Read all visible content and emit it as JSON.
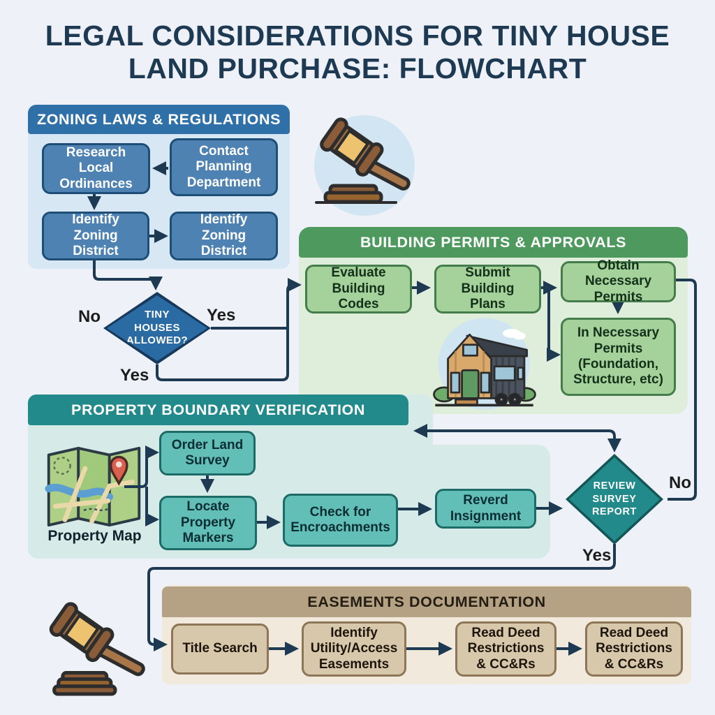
{
  "title": {
    "line1": "LEGAL CONSIDERATIONS FOR TINY HOUSE",
    "line2": "LAND PURCHASE: FLOWCHART"
  },
  "sections": {
    "zoning": {
      "header": "ZONING LAWS & REGULATIONS",
      "boxes": {
        "research": "Research Local Ordinances",
        "contact": "Contact Planning Department",
        "identify1": "Identify Zoning District",
        "identify2": "Identify Zoning District"
      }
    },
    "permits": {
      "header": "BUILDING PERMITS & APPROVALS",
      "boxes": {
        "evaluate": "Evaluate Building Codes",
        "submit": "Submit Building Plans",
        "obtain": "Obtain Necessary Permits",
        "in_necessary": "In Necessary Permits (Foundation, Structure, etc)"
      }
    },
    "property": {
      "header": "PROPERTY BOUNDARY VERIFICATION",
      "map_label": "Property Map",
      "boxes": {
        "order": "Order Land Survey",
        "locate": "Locate Property Markers",
        "check": "Check for Encroachments",
        "reverd": "Reverd Insignment"
      }
    },
    "easements": {
      "header": "EASEMENTS DOCUMENTATION",
      "boxes": {
        "title_search": "Title Search",
        "identify_utility": "Identify Utility/Access Easements",
        "read_deed1": "Read Deed Restrictions & CC&Rs",
        "read_deed2": "Read Deed Restrictions & CC&Rs"
      }
    }
  },
  "decisions": {
    "tiny_houses": {
      "label": "TINY HOUSES ALLOWED?",
      "no": "No",
      "yes_right": "Yes",
      "yes_bottom": "Yes"
    },
    "review_survey": {
      "label": "REVIEW\nSURVEY\nREPORT",
      "no": "No",
      "yes": "Yes"
    }
  },
  "icons": [
    "gavel-icon-top",
    "tiny-house-icon",
    "property-map-icon",
    "gavel-icon-bottom"
  ],
  "colors": {
    "bg": "#eef2f8",
    "ink": "#1d3a52",
    "zoning-header": "#3070a8",
    "zoning-box": "#4d82b3",
    "permits-header": "#4e9a5e",
    "permits-box": "#a5d29a",
    "property-header": "#238a8c",
    "property-box": "#62bfb8",
    "ease-header": "#b5a285",
    "ease-box": "#d8c8ab",
    "diamond-blue": "#2b6ba4",
    "diamond-teal": "#238a8c"
  }
}
